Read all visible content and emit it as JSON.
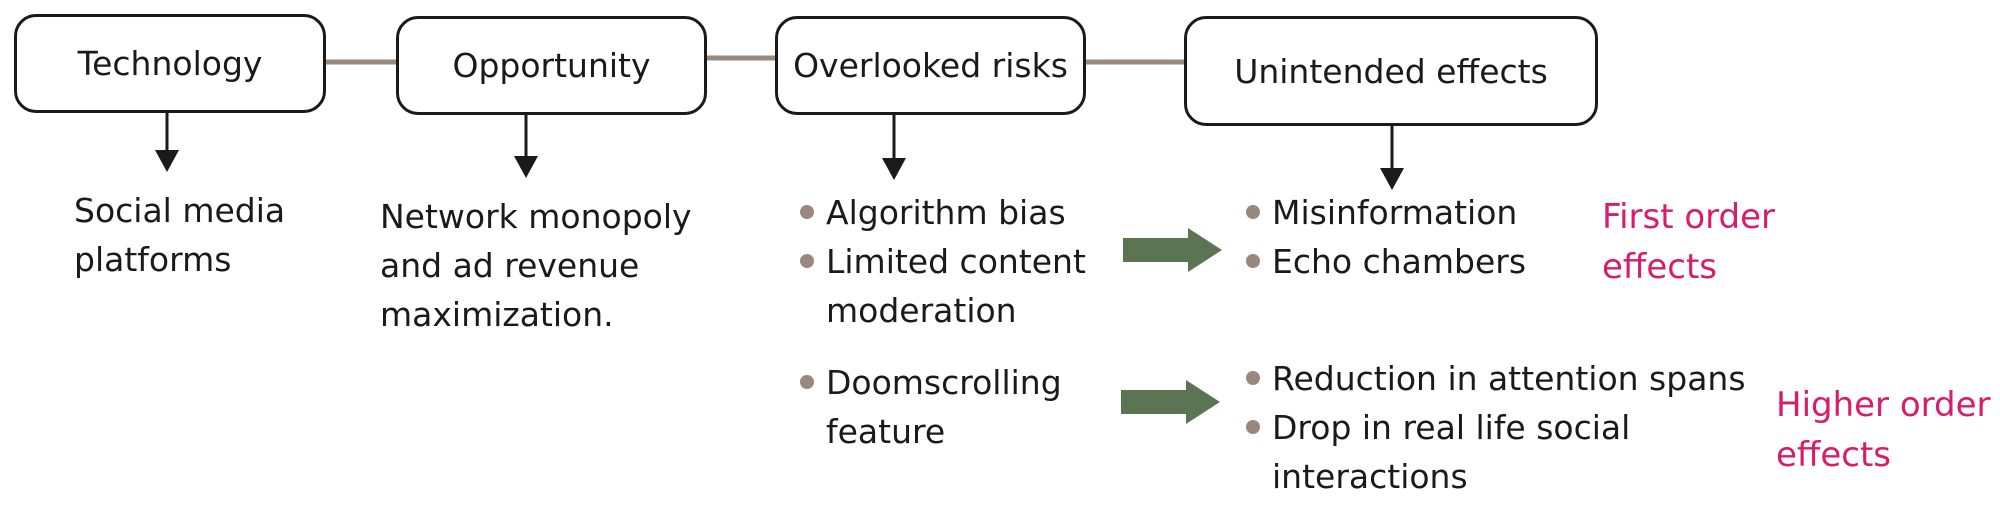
{
  "colors": {
    "connector": "#9a887c",
    "arrow": "#1a1a1a",
    "bullet": "#9a887c",
    "flow_arrow": "#5b7553",
    "effect_label": "#d81b6a"
  },
  "nodes": {
    "technology": "Technology",
    "opportunity": "Opportunity",
    "overlooked_risks": "Overlooked risks",
    "unintended_effects": "Unintended effects"
  },
  "technology_detail": [
    "Social media",
    "platforms"
  ],
  "opportunity_detail": [
    "Network monopoly",
    "and ad revenue",
    "maximization."
  ],
  "risks": {
    "group1": [
      [
        "Algorithm bias"
      ],
      [
        "Limited content",
        "moderation"
      ]
    ],
    "group2": [
      [
        "Doomscrolling",
        "feature"
      ]
    ]
  },
  "effects": {
    "first": [
      [
        "Misinformation"
      ],
      [
        "Echo chambers"
      ]
    ],
    "higher": [
      [
        "Reduction in attention spans"
      ],
      [
        "Drop in real life social",
        "interactions"
      ]
    ]
  },
  "labels": {
    "first_order": [
      "First order",
      "effects"
    ],
    "higher_order": [
      "Higher order",
      "effects"
    ]
  }
}
